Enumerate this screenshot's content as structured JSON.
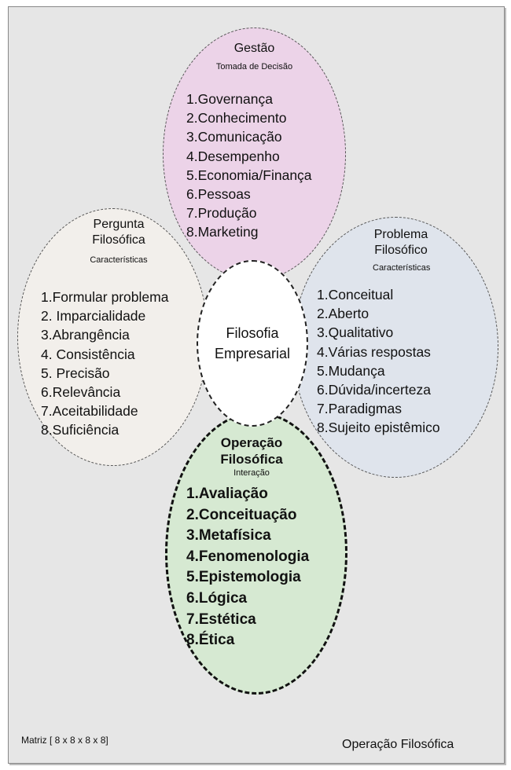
{
  "top": {
    "title": "Gestão",
    "subtitle": "Tomada de Decisão",
    "items": [
      "1.Governança",
      "2.Conhecimento",
      "3.Comunicação",
      "4.Desempenho",
      "5.Economia/Finança",
      "6.Pessoas",
      "7.Produção",
      "8.Marketing"
    ]
  },
  "left": {
    "title_line1": "Pergunta",
    "title_line2": "Filosófica",
    "subtitle": "Características",
    "items": [
      "1.Formular problema",
      "2. Imparcialidade",
      "3.Abrangência",
      "4. Consistência",
      "5. Precisão",
      "6.Relevância",
      "7.Aceitabilidade",
      "8.Suficiência"
    ]
  },
  "right": {
    "title_line1": "Problema",
    "title_line2": "Filosófico",
    "subtitle": "Características",
    "items": [
      "1.Conceitual",
      "2.Aberto",
      "3.Qualitativo",
      "4.Várias respostas",
      "5.Mudança",
      "6.Dúvida/incerteza",
      "7.Paradigmas",
      "8.Sujeito epistêmico"
    ]
  },
  "center": {
    "line1": "Filosofia",
    "line2": "Empresarial"
  },
  "bottom": {
    "title_line1": "Operação",
    "title_line2": "Filosófica",
    "subtitle": "Interação",
    "items": [
      "1.Avaliação",
      "2.Conceituação",
      "3.Metafísica",
      "4.Fenomenologia",
      "5.Epistemologia",
      "6.Lógica",
      "7.Estética",
      "8.Ética"
    ]
  },
  "footer": {
    "left": "Matriz [ 8 x 8 x 8 x 8]",
    "right": "Operação Filosófica"
  }
}
